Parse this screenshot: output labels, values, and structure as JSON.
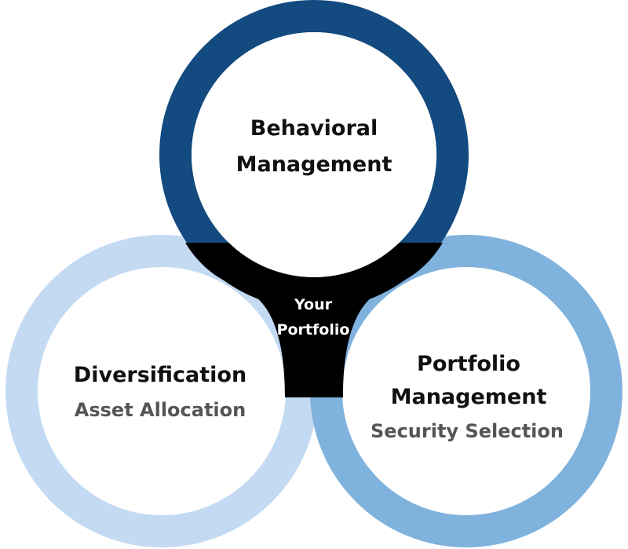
{
  "colors": {
    "behavioral": "#134a7f",
    "diversification": "#c3daf2",
    "portfolio_management": "#7fb2dd",
    "intersection": "#000000",
    "background": "#ffffff",
    "main_text": "#111111",
    "sub_text": "#555555",
    "center_text": "#ffffff"
  },
  "circles": {
    "top": {
      "title_line1": "Behavioral",
      "title_line2": "Management"
    },
    "left": {
      "title": "Diversification",
      "subtitle": "Asset Allocation"
    },
    "right": {
      "title_line1": "Portfolio",
      "title_line2": "Management",
      "subtitle": "Security Selection"
    }
  },
  "center": {
    "line1": "Your",
    "line2": "Portfolio"
  }
}
